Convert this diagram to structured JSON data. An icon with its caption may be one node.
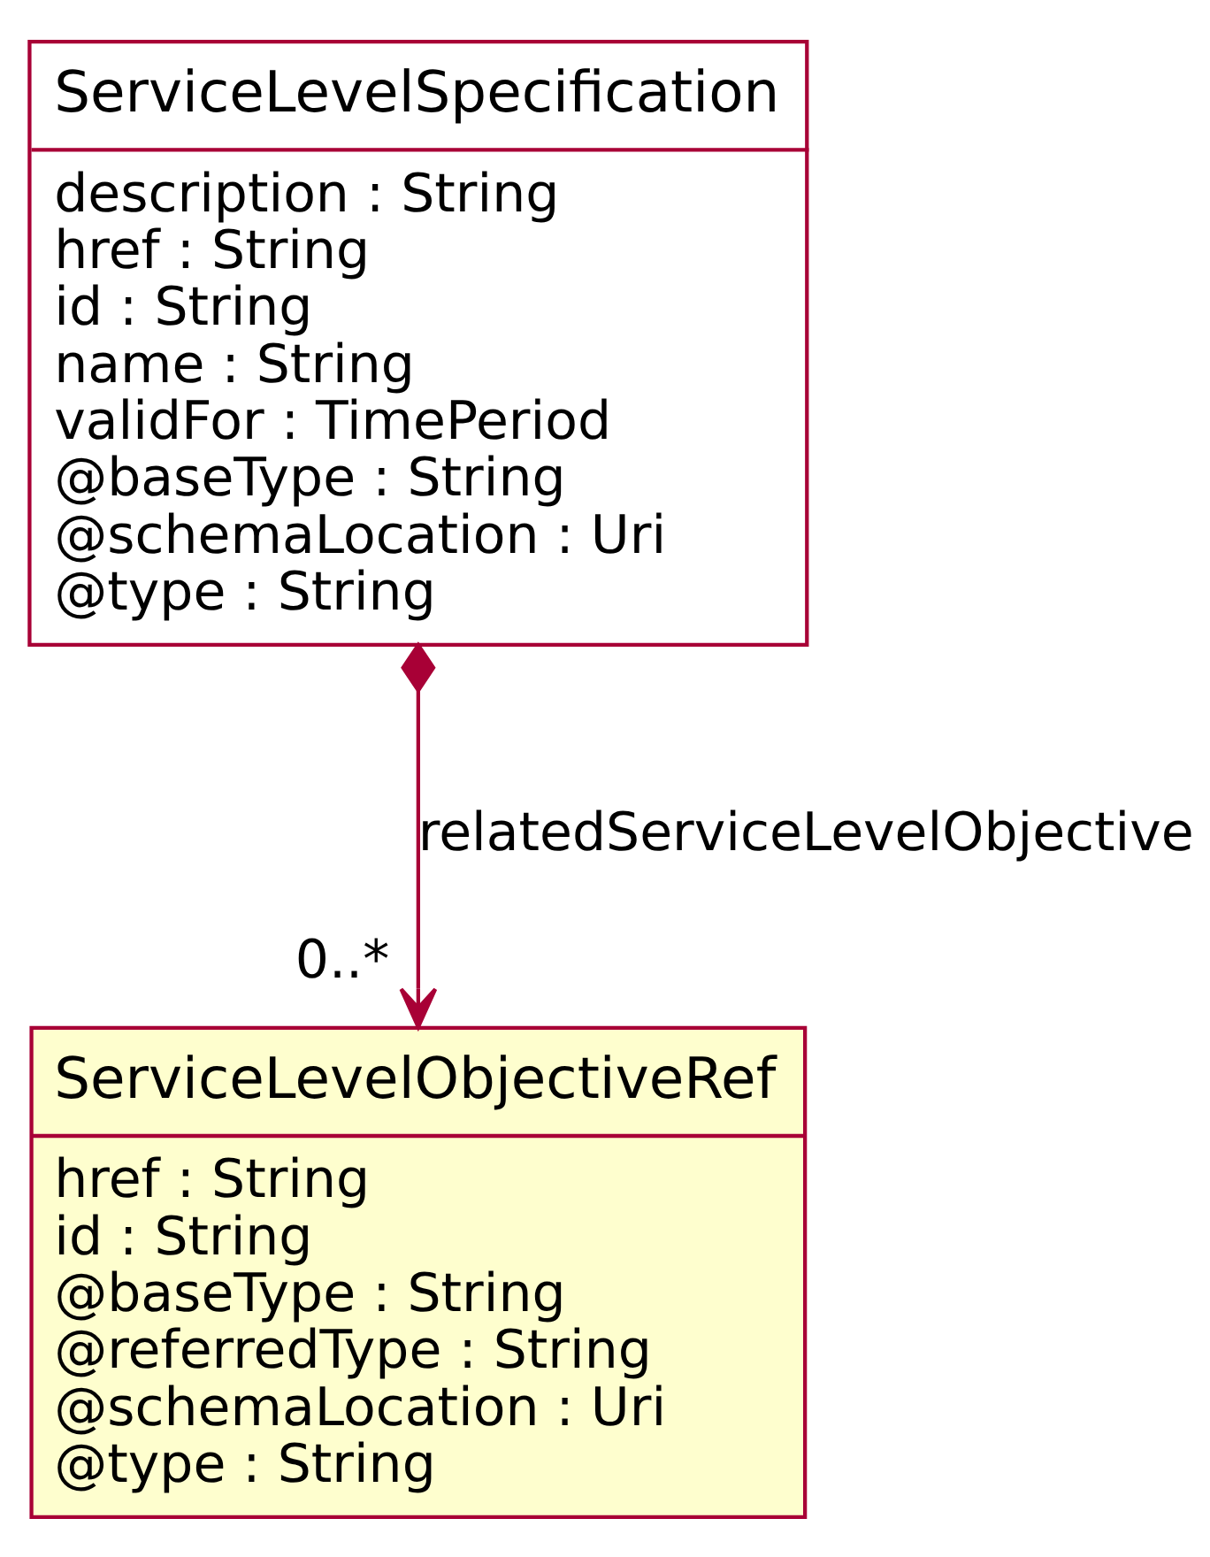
{
  "diagram": {
    "nodes": [
      {
        "text": [
          "ServiceLevelSpecification",
          "description : String",
          "href : String",
          "id : String",
          "name : String",
          "validFor : TimePeriod",
          "@baseType : String",
          "@schemaLocation : Uri",
          "@type : String"
        ]
      },
      {
        "text": [
          "ServiceLevelObjectiveRef",
          "href : String",
          "id : String",
          "@baseType : String",
          "@referredType : String",
          "@schemaLocation : Uri",
          "@type : String"
        ]
      }
    ],
    "edges": [
      {
        "from": 0,
        "to": 1,
        "arrow": "to",
        "label": "relatedServiceLevelObjective"
      }
    ],
    "labels": [
      "0..*"
    ]
  }
}
